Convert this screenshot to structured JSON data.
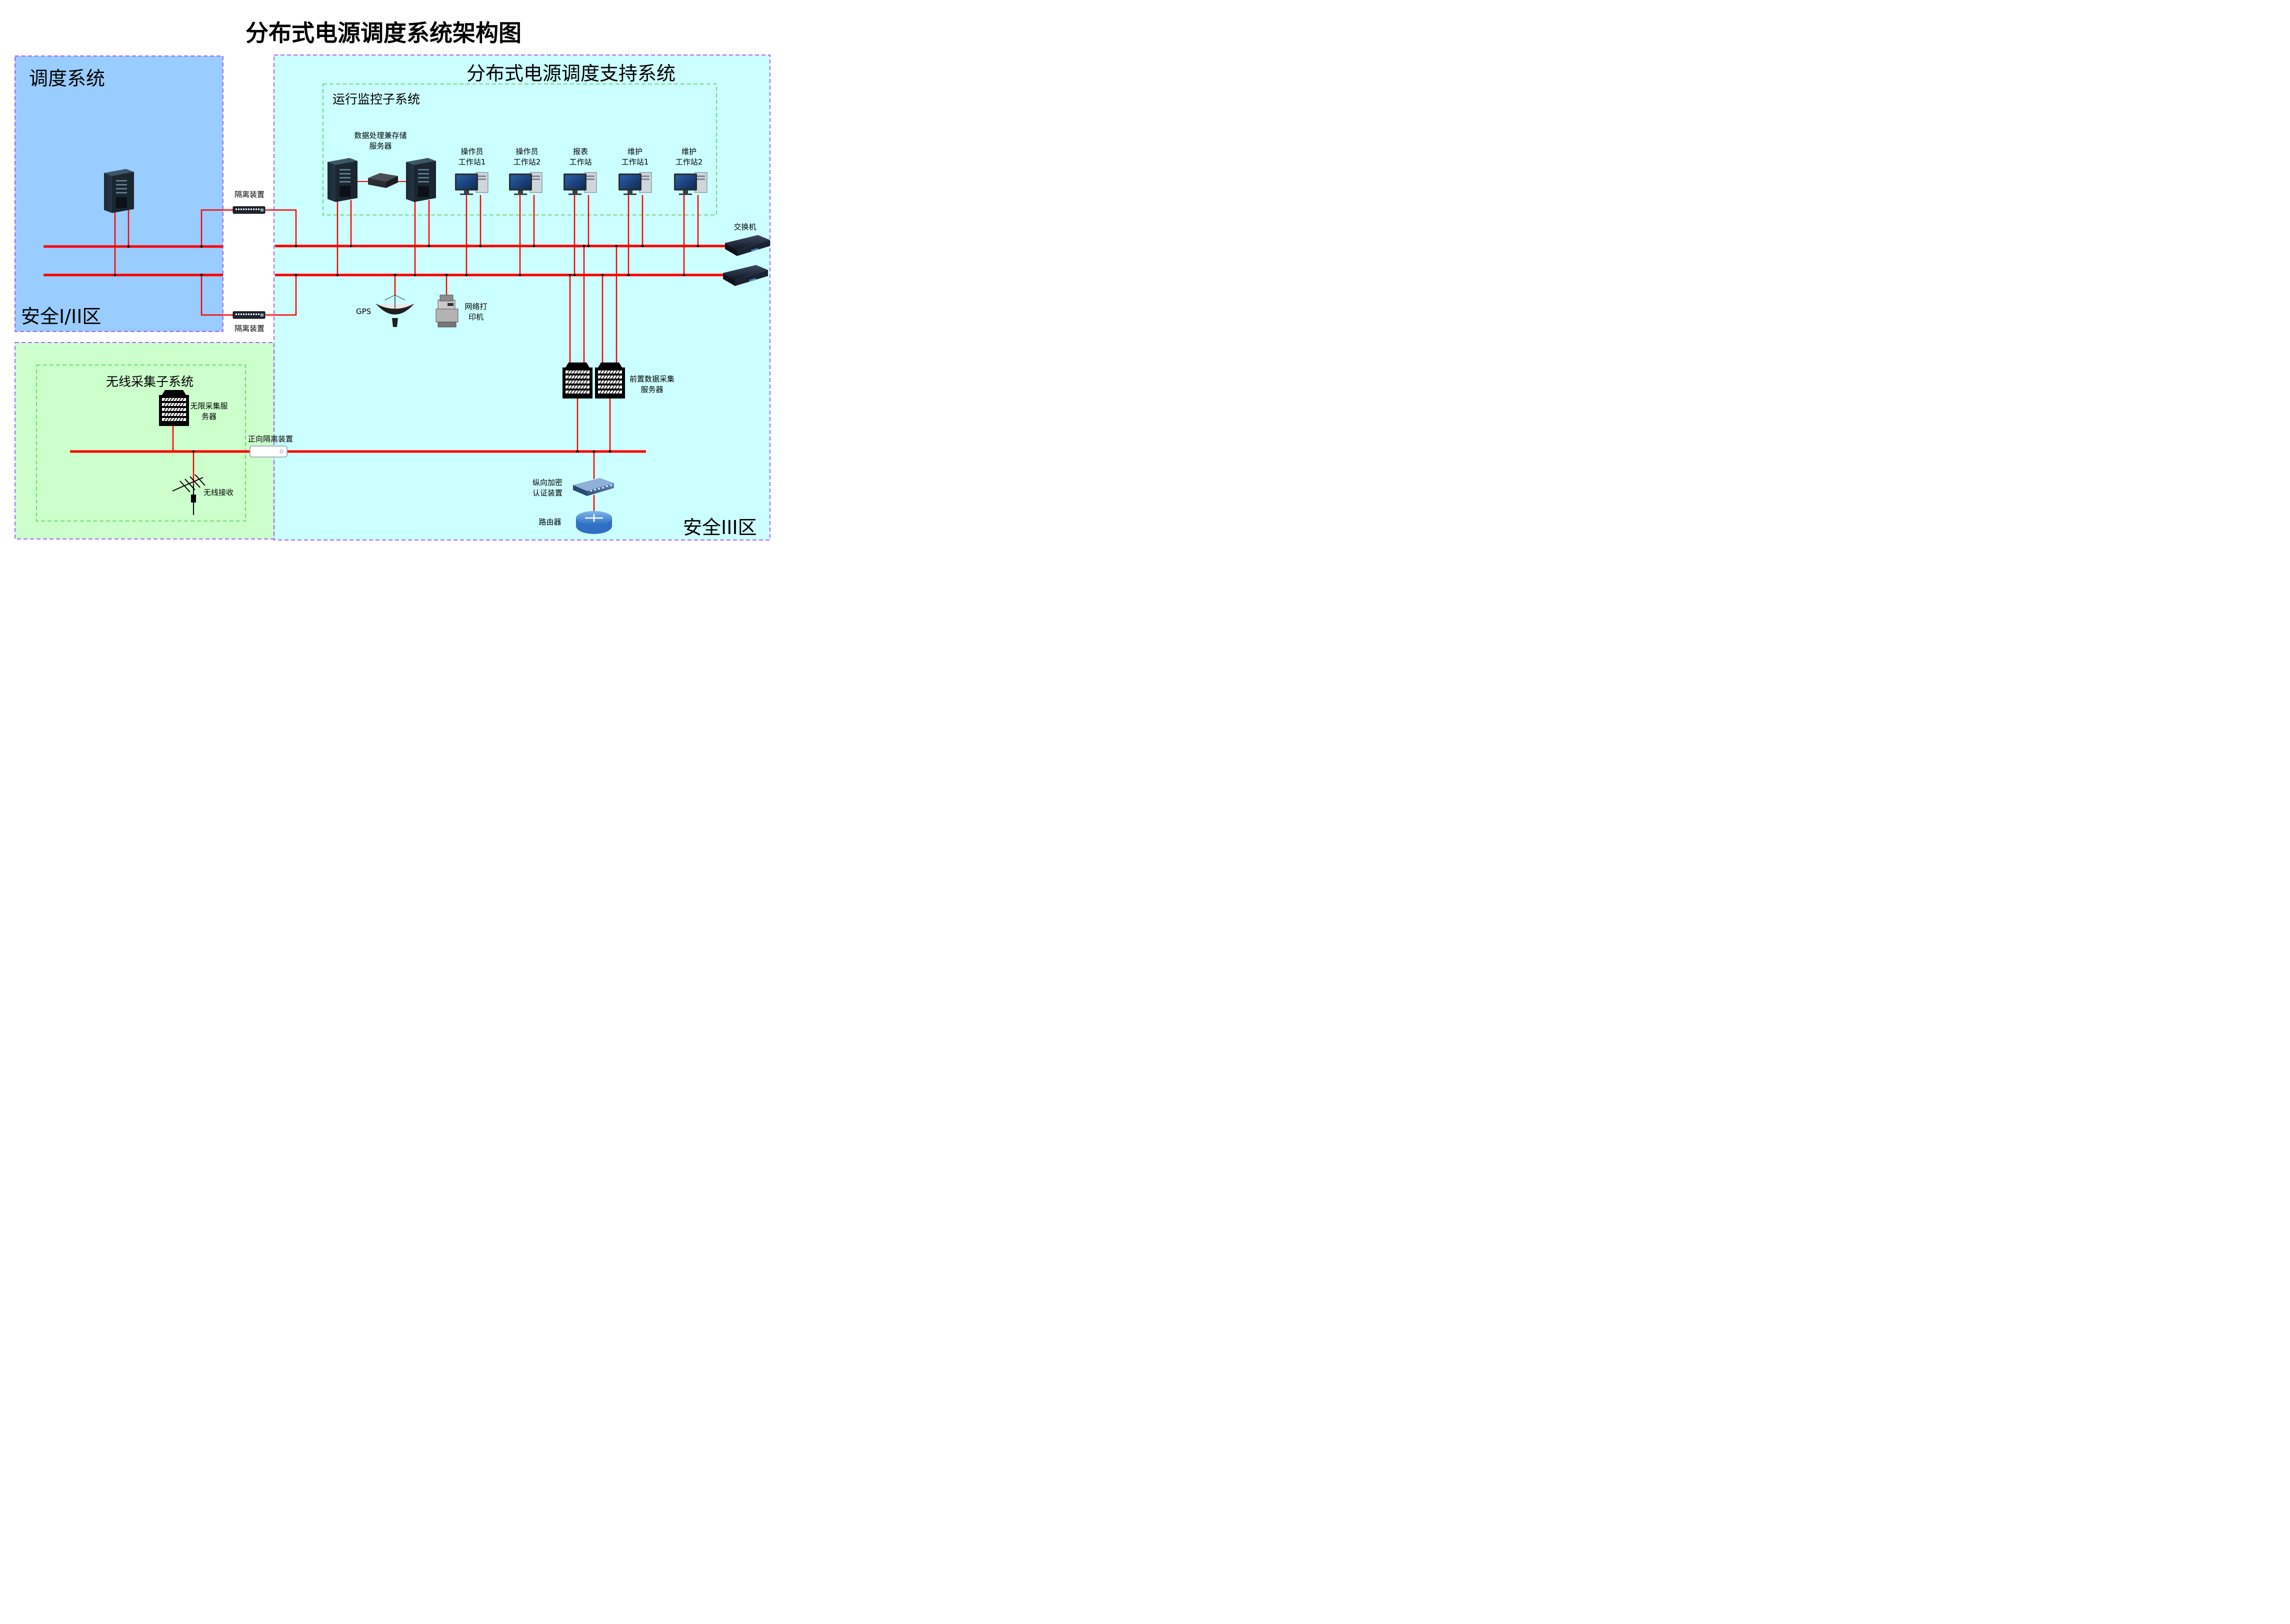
{
  "title": "分布式电源调度系统架构图",
  "zones": {
    "dispatch": "调度系统",
    "support": "分布式电源调度支持系统",
    "monitor": "运行监控子系统",
    "wireless": "无线采集子系统",
    "secure12": "安全I/II区",
    "secure3": "安全III区"
  },
  "labels": {
    "storage_server": [
      "数据处理兼存储",
      "服务器"
    ],
    "op1": [
      "操作员",
      "工作站1"
    ],
    "op2": [
      "操作员",
      "工作站2"
    ],
    "report": [
      "报表",
      "工作站"
    ],
    "maint1": [
      "维护",
      "工作站1"
    ],
    "maint2": [
      "维护",
      "工作站2"
    ],
    "isolation_top": "隔离装置",
    "isolation_bottom": "隔离装置",
    "switch": "交换机",
    "gps": "GPS",
    "printer": [
      "网络打",
      "印机"
    ],
    "front_server": [
      "前置数据采集",
      "服务器"
    ],
    "wireless_server": [
      "无限采集服",
      "务器"
    ],
    "forward_isolation": "正向隔离装置",
    "wireless_receive": "无线接收",
    "encrypt": [
      "纵向加密",
      "认证装置"
    ],
    "router": "路由器"
  },
  "colors": {
    "dispatch_bg": "#99ccff",
    "support_bg": "#ccffff",
    "wireless_bg": "#ccffcc",
    "bus": "#ff0000",
    "zone_border": "#9933ff",
    "subsystem_border": "#33cc33"
  },
  "icons": {
    "server_tower": "server-tower-icon",
    "workstation": "workstation-icon",
    "rack_server": "rack-server-icon",
    "isolation": "isolation-device-icon",
    "switch": "switch-icon",
    "gps": "gps-dish-icon",
    "printer": "printer-icon",
    "antenna": "antenna-icon",
    "router": "router-icon"
  }
}
